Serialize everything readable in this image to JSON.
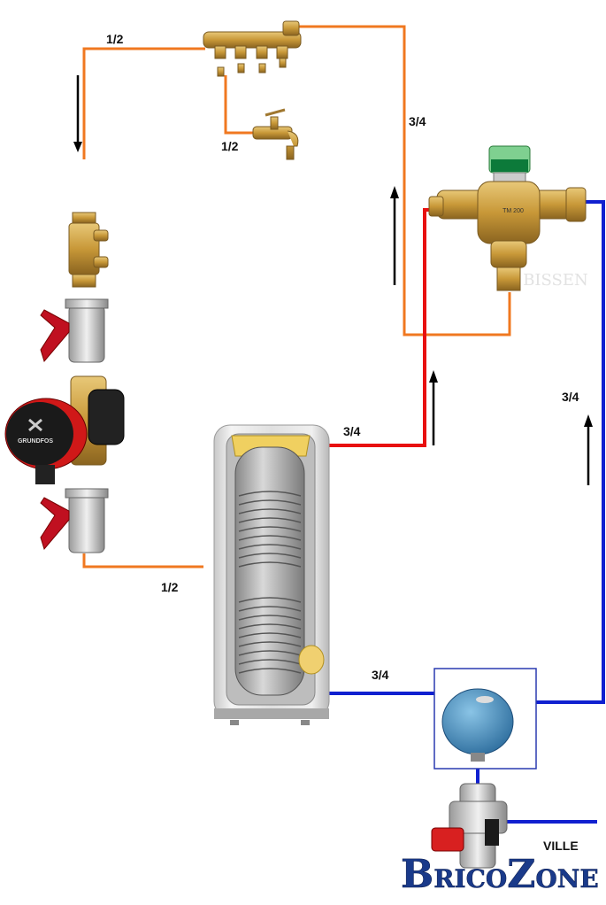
{
  "labels": {
    "top_left": "1/2",
    "tap": "1/2",
    "top_right": "3/4",
    "tank_hot_out": "3/4",
    "cold_right": "3/4",
    "tank_return": "1/2",
    "tank_cold_in": "3/4",
    "city": "VILLE"
  },
  "pump_brand": "GRUNDFOS",
  "valve_text": "TM 200",
  "watermark": "BISSEN",
  "logo": {
    "part1_big": "B",
    "part1_small": "RICO",
    "part2_big": "Z",
    "part2_small": "ONE"
  },
  "colors": {
    "hot_recirc": "#f07820",
    "hot": "#e81010",
    "cold": "#1020d0",
    "arrow": "#000000",
    "brass": "#c8a040",
    "vessel": "#4a90c0",
    "logo_blue": "#1a3a8a"
  }
}
